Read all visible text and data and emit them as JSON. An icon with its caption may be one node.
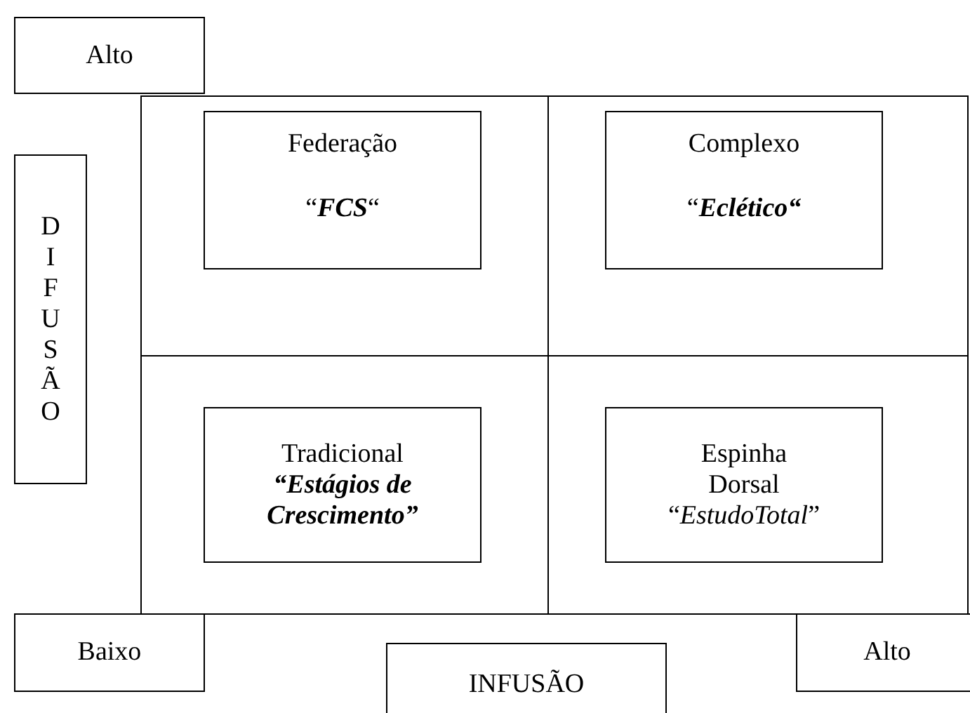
{
  "diagram": {
    "nodes": [
      {
        "text": [
          "Alto"
        ]
      },
      {
        "text": [
          "DIFUSÃO"
        ]
      },
      {
        "text": [],
        "shape": "box"
      },
      {
        "text": [
          "Federação",
          "“**FCS**“"
        ],
        "in": 2
      },
      {
        "text": [],
        "shape": "box"
      },
      {
        "text": [
          "Complexo",
          "“**Eclético“**"
        ],
        "in": 4
      },
      {
        "text": [],
        "shape": "box"
      },
      {
        "text": [
          "Tradicional",
          "“Estágios de Crescimento”"
        ],
        "in": 6
      },
      {
        "text": [],
        "shape": "box"
      },
      {
        "text": [
          "Espinha Dorsal",
          "“*EstudoTotal*”"
        ],
        "in": 8
      },
      {
        "text": [
          "Baixo"
        ]
      },
      {
        "text": [
          "INFUSÃO"
        ]
      },
      {
        "text": [
          "Alto"
        ]
      }
    ]
  }
}
